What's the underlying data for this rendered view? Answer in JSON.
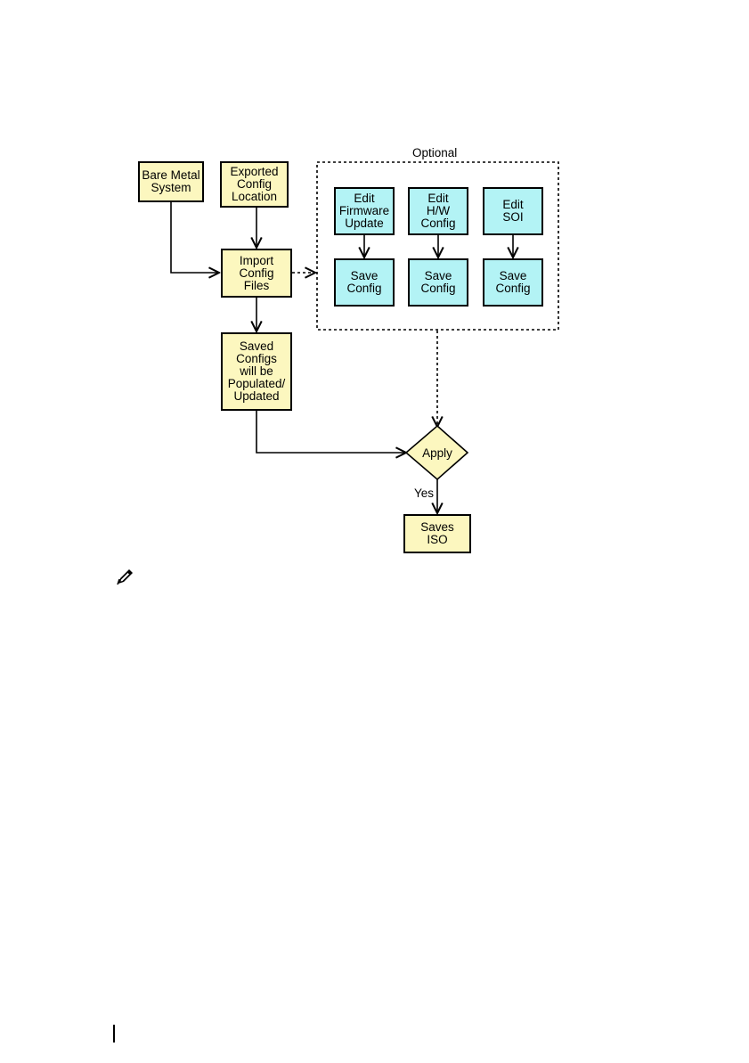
{
  "diagram": {
    "optional_group_label": "Optional",
    "nodes": {
      "bare_metal": "Bare Metal\nSystem",
      "exported_config": "Exported\nConfig\nLocation",
      "import_config": "Import\nConfig\nFiles",
      "saved_configs": "Saved\nConfigs\nwill be\nPopulated/\nUpdated",
      "edit_firmware": "Edit\nFirmware\nUpdate",
      "edit_hw": "Edit\nH/W\nConfig",
      "edit_soi": "Edit\nSOI",
      "save_config_1": "Save\nConfig",
      "save_config_2": "Save\nConfig",
      "save_config_3": "Save\nConfig",
      "apply": "Apply",
      "saves_iso": "Saves\nISO"
    },
    "edge_labels": {
      "yes": "Yes"
    },
    "colors": {
      "process_fill": "#fcf7bf",
      "optional_fill": "#b3f3f5",
      "line": "#000000"
    }
  },
  "note": {
    "icon": "pencil-note-icon"
  }
}
